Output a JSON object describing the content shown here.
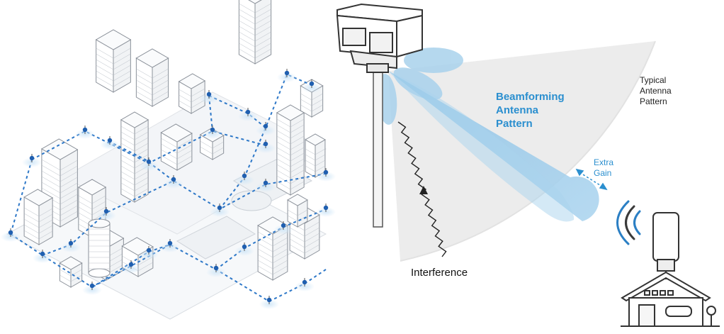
{
  "labels": {
    "beamforming": [
      "Beamforming",
      "Antenna",
      "Pattern"
    ],
    "typical": [
      "Typical",
      "Antenna",
      "Pattern"
    ],
    "extra_gain": [
      "Extra",
      "Gain"
    ],
    "interference": "Interference"
  },
  "colors": {
    "beam": "#9ccbe8",
    "accent": "#2b8fcf",
    "fan": "#ececec",
    "line": "#333333"
  },
  "icons": [
    "city-network-illustration",
    "antenna-head-icon",
    "pole-icon",
    "house-icon",
    "cpe-device-icon",
    "signal-waves-icon"
  ]
}
